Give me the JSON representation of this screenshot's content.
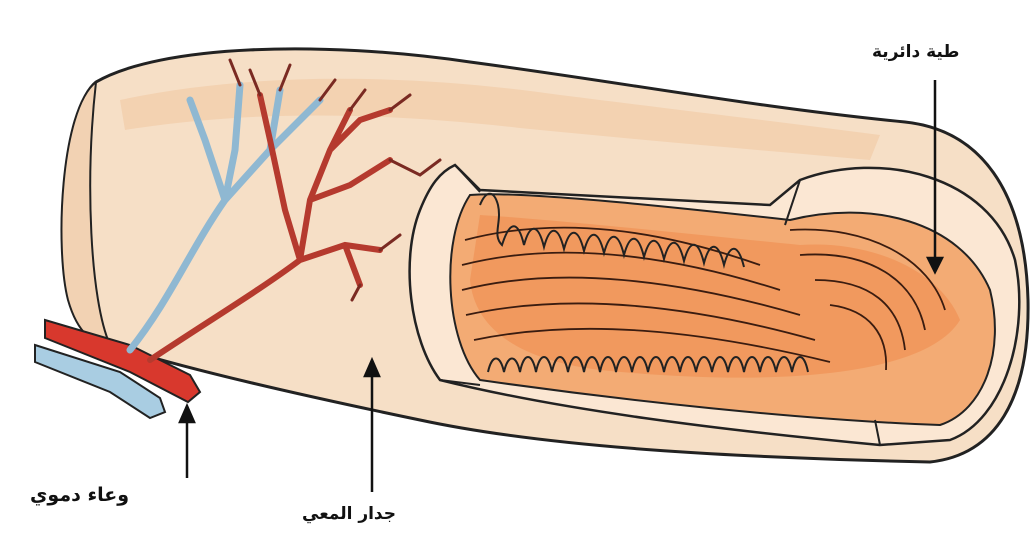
{
  "labels": {
    "circular_fold": "طية دائرية",
    "blood_vessel": "وعاء دموي",
    "intestine_wall": "جدار المعي"
  },
  "colors": {
    "tube_outer": "#f7e1c8",
    "tube_shade": "#efc9a6",
    "inner_wall": "#f3b27e",
    "fold": "#ee9258",
    "fold_dark": "#d9693a",
    "artery": "#d8382d",
    "vein": "#9ec4dc",
    "outline": "#222222"
  }
}
